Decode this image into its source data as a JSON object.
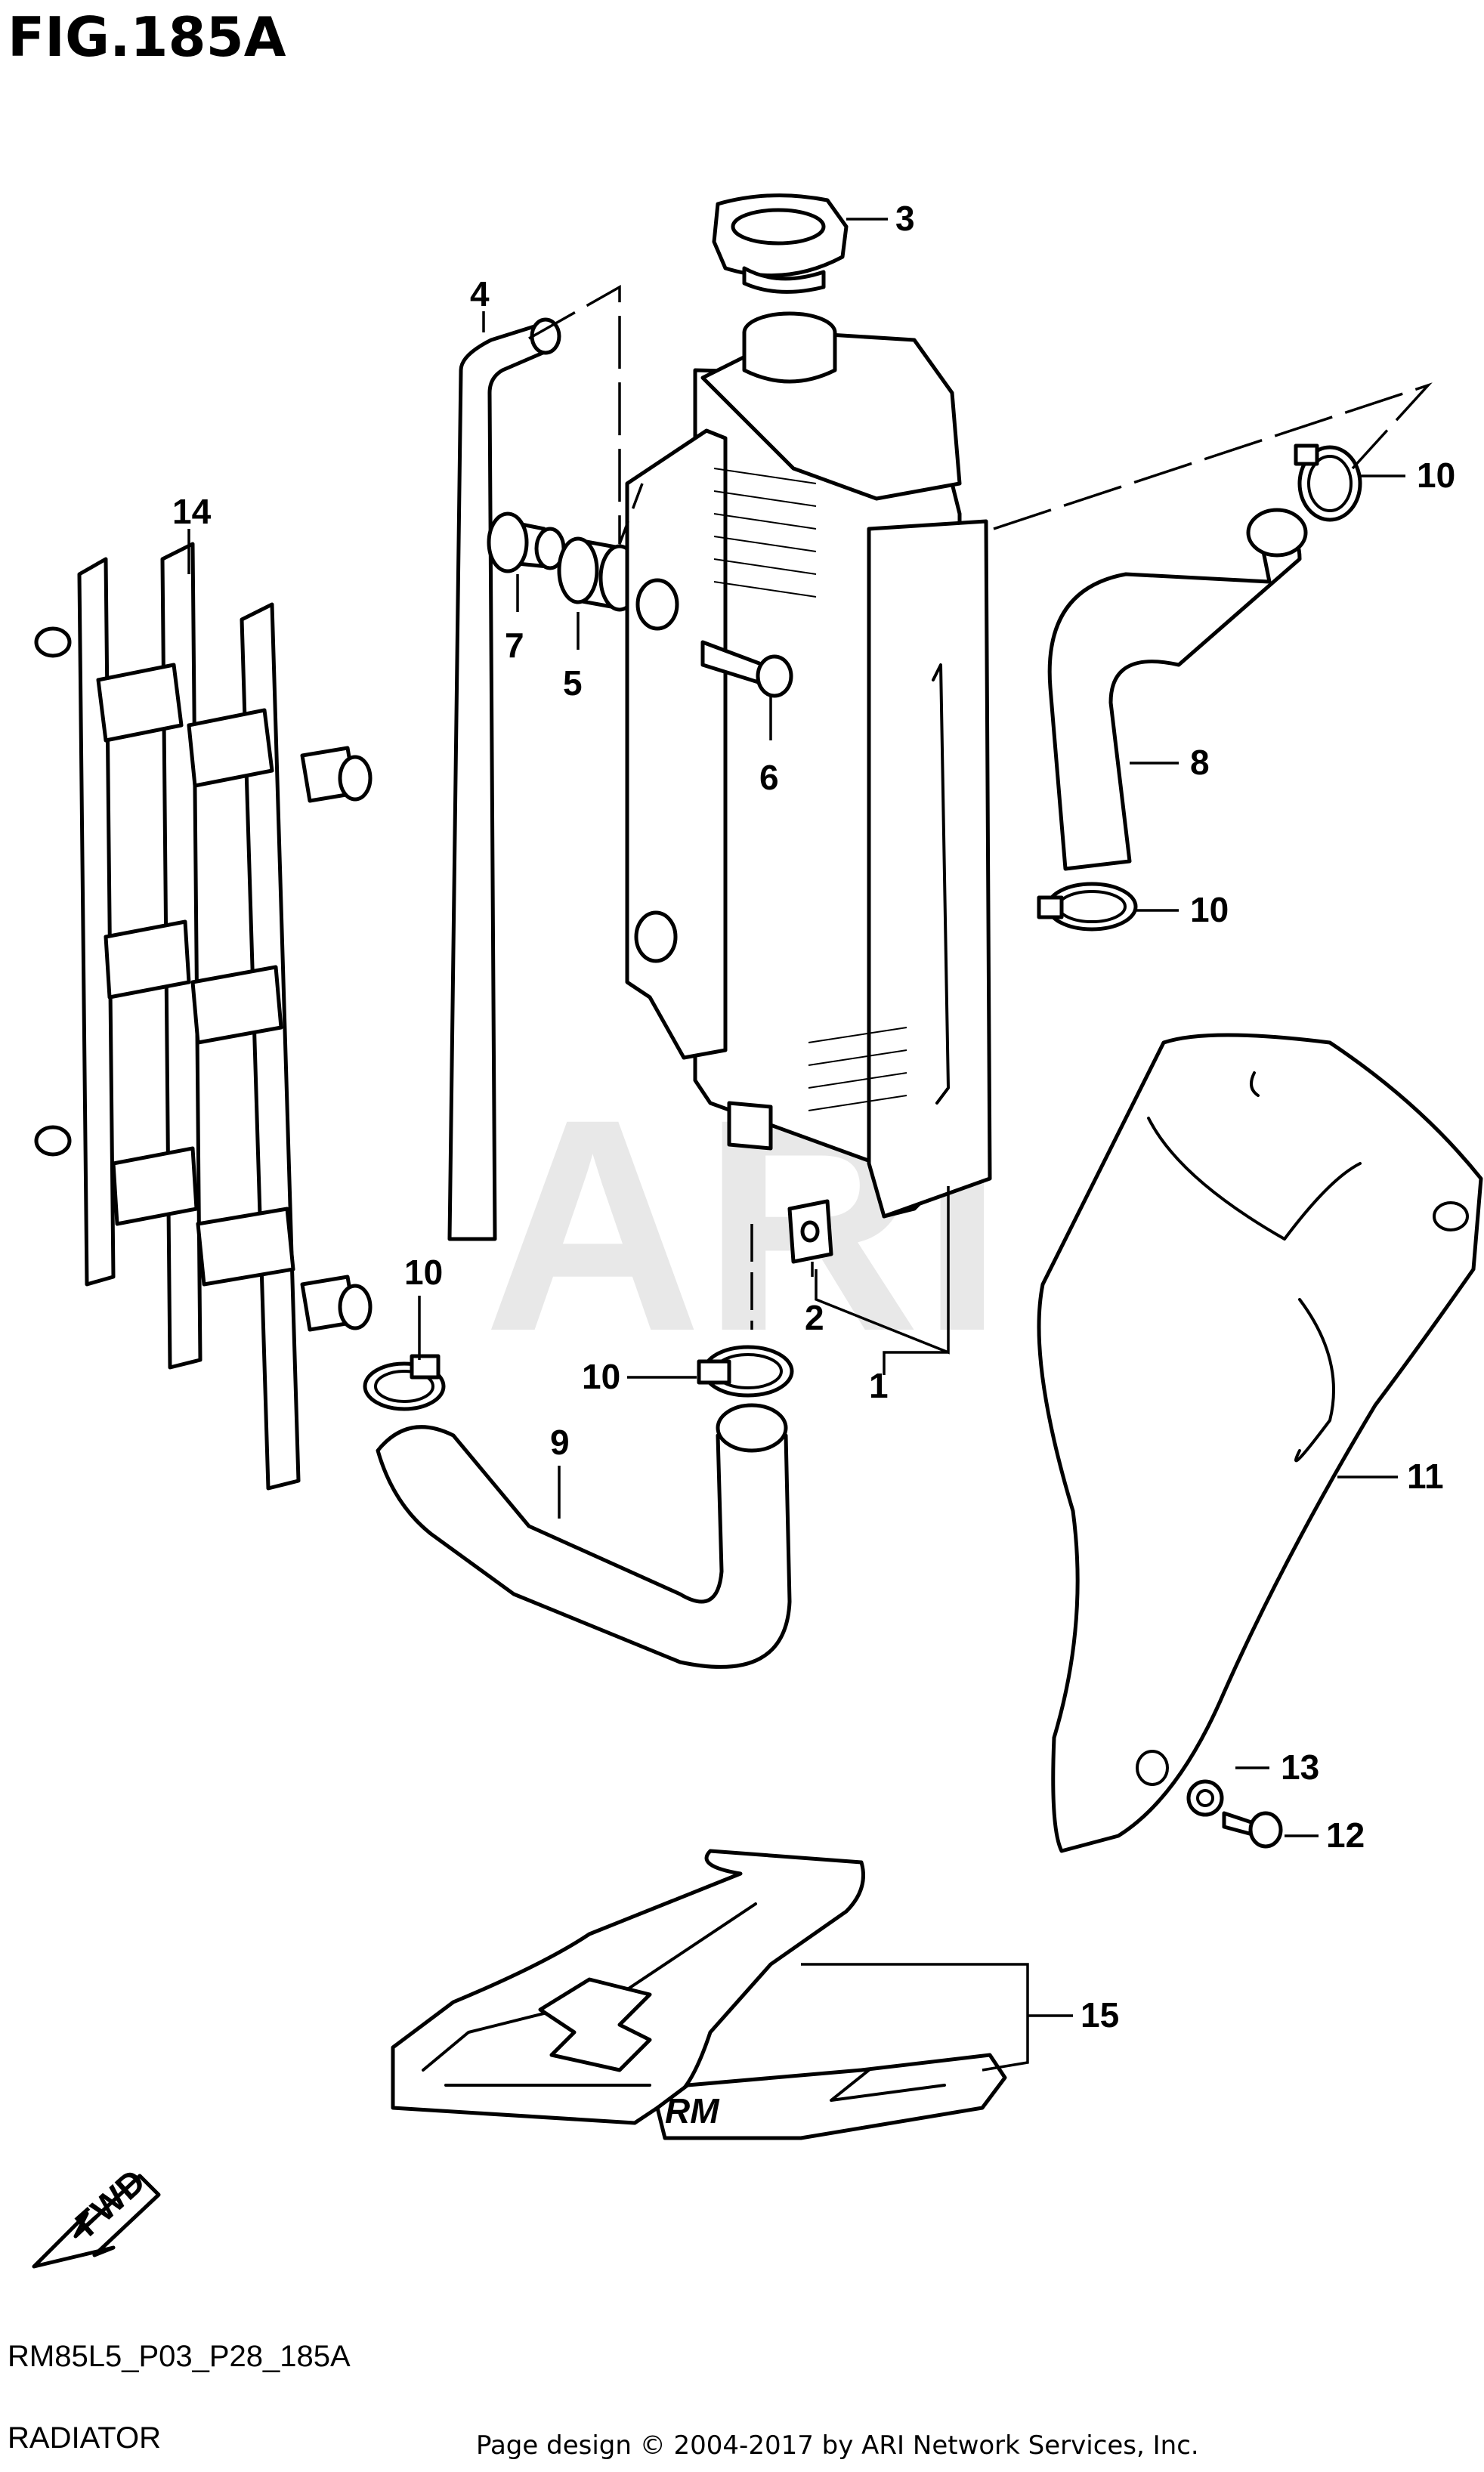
{
  "figure_title": "FIG.185A",
  "diagram_code": "RM85L5_P03_P28_185A",
  "section_name": "RADIATOR",
  "copyright": "Page design © 2004-2017 by ARI Network Services, Inc.",
  "watermark": "ARI",
  "fwd_label": "FWD",
  "decal_logo_text": "RM",
  "callouts": {
    "c1": "1",
    "c2": "2",
    "c3": "3",
    "c4": "4",
    "c5": "5",
    "c6": "6",
    "c7": "7",
    "c8": "8",
    "c9": "9",
    "c10a": "10",
    "c10b": "10",
    "c10c": "10",
    "c10d": "10",
    "c11": "11",
    "c12": "12",
    "c13": "13",
    "c14": "14",
    "c15": "15"
  }
}
